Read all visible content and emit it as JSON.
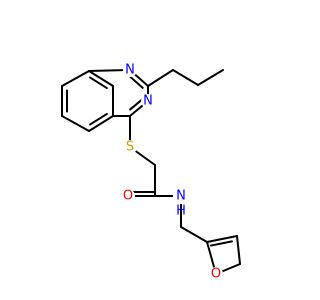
{
  "molecule": {
    "colors": {
      "bond": "#000000",
      "N": "#0000ff",
      "O": "#ff0000",
      "S": "#c8a000"
    },
    "atoms": {
      "n1": "N",
      "n3": "N",
      "s": "S",
      "o_carbonyl": "O",
      "n_amide": "N",
      "h_amide": "H",
      "o_furan": "O"
    }
  }
}
